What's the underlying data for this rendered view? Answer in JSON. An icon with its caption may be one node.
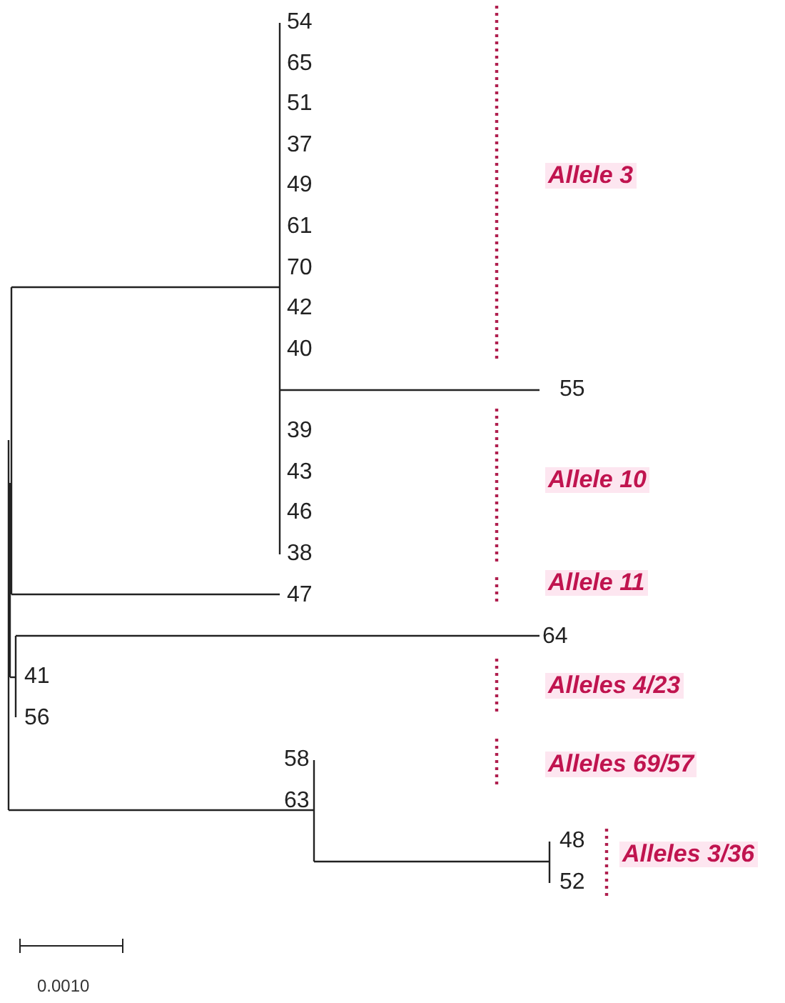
{
  "diagram": {
    "labels": [
      "54",
      "65",
      "51",
      "37",
      "49",
      "61",
      "70",
      "42",
      "40",
      "Allele 3",
      "55",
      "39",
      "43",
      "46",
      "38",
      "Allele 10",
      "47",
      "Allele 11",
      "64",
      "41",
      "Alleles 4/23",
      "56",
      "58",
      "Alleles 69/57",
      "63",
      "48",
      "Alleles 3/36",
      "52",
      "0.0010"
    ]
  }
}
